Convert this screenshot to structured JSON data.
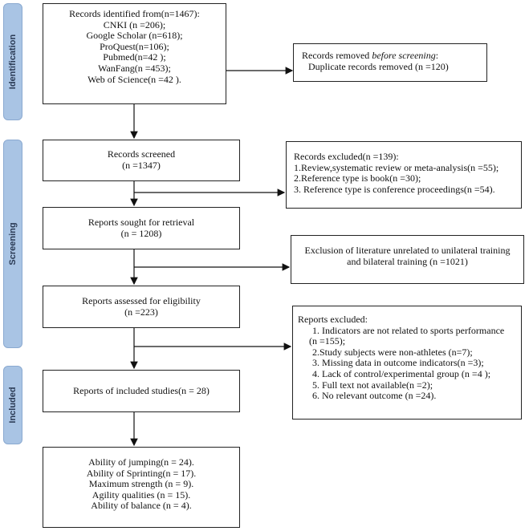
{
  "phases": {
    "identification": "Identification",
    "screening": "Screening",
    "included": "Included"
  },
  "identified": {
    "title": "Records identified from(n=1467):",
    "sources": [
      "CNKI (n =206);",
      "Google Scholar (n=618);",
      "ProQuest(n=106);",
      "Pubmed(n=42 );",
      "WanFang(n =453);",
      "Web of Science(n =42 )."
    ]
  },
  "removed": {
    "title_prefix": "Records removed ",
    "title_italic": "before screening",
    "title_suffix": ":",
    "line": "Duplicate records removed  (n =120)"
  },
  "screened": {
    "title": "Records screened",
    "count": "(n =1347)"
  },
  "excluded1": {
    "title": "Records excluded(n =139):",
    "items": [
      "1.Review,systematic review or meta-analysis(n =55);",
      "2.Reference type is book(n =30);",
      "3. Reference type is conference  proceedings(n =54)."
    ]
  },
  "sought": {
    "title": "Reports sought for retrieval",
    "count": "(n = 1208)"
  },
  "excluded2": {
    "line1": "Exclusion of literature unrelated to unilateral training",
    "line2": "and bilateral training (n =1021)"
  },
  "assessed": {
    "title": "Reports assessed for eligibility",
    "count": "(n =223)"
  },
  "excluded3": {
    "title": "Reports excluded:",
    "items": [
      "1. Indicators are not related to sports performance",
      "(n =155);",
      "2.Study subjects were non-athletes (n=7);",
      "3. Missing data in outcome indicators(n =3);",
      "4. Lack of control/experimental group (n =4 );",
      "5. Full text not available(n =2);",
      "6. No relevant outcome (n =24)."
    ]
  },
  "included": {
    "title": "Reports of included studies(n = 28)"
  },
  "outcomes": {
    "items": [
      "Ability of jumping(n = 24).",
      "Ability of Sprinting(n = 17).",
      "Maximum strength (n = 9).",
      "Agility qualities (n = 15).",
      "Ability of balance (n = 4)."
    ]
  },
  "colors": {
    "phase_fill": "#a9c4e4",
    "phase_text": "#2b3b55",
    "border": "#222222"
  }
}
